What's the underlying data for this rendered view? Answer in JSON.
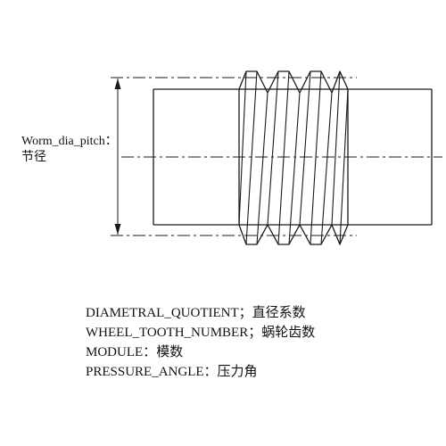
{
  "dimension": {
    "name": "Worm_dia_pitch",
    "separator": "：",
    "chinese": "节径"
  },
  "parameters": [
    {
      "key": "DIAMETRAL_QUOTIENT",
      "separator": "；",
      "chinese": "直径系数"
    },
    {
      "key": "WHEEL_TOOTH_NUMBER",
      "separator": "；",
      "chinese": "蜗轮齿数"
    },
    {
      "key": "MODULE",
      "separator": "：",
      "chinese": "模数"
    },
    {
      "key": "PRESSURE_ANGLE",
      "separator": "：",
      "chinese": "压力角"
    }
  ]
}
